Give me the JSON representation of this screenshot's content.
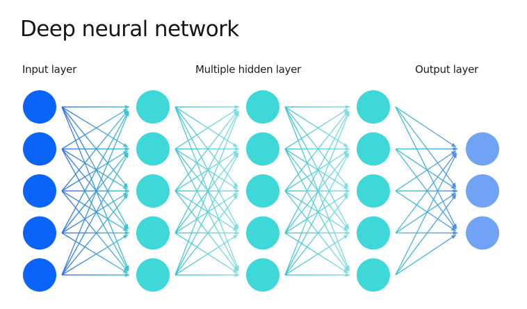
{
  "title": "Deep neural network",
  "labels": {
    "input": "Input layer",
    "hidden": "Multiple hidden layer",
    "output": "Output layer"
  },
  "colors": {
    "input_node": "#0a64fa",
    "hidden_node": "#3ed8d8",
    "output_node": "#70a2f6",
    "edge_blue": "#2f6fe6",
    "edge_teal": "#3cc4cc",
    "edge_teal_light": "#7fdde2",
    "edge_output": "#4c8ff0",
    "text": "#161616",
    "background": "#ffffff"
  },
  "network": {
    "layers": [
      {
        "name": "input",
        "role": "input",
        "node_count": 5
      },
      {
        "name": "hidden-1",
        "role": "hidden",
        "node_count": 5
      },
      {
        "name": "hidden-2",
        "role": "hidden",
        "node_count": 5
      },
      {
        "name": "hidden-3",
        "role": "hidden",
        "node_count": 5
      },
      {
        "name": "output",
        "role": "output",
        "node_count": 3
      }
    ],
    "connectivity": "fully-connected",
    "edge_style": "arrow"
  }
}
